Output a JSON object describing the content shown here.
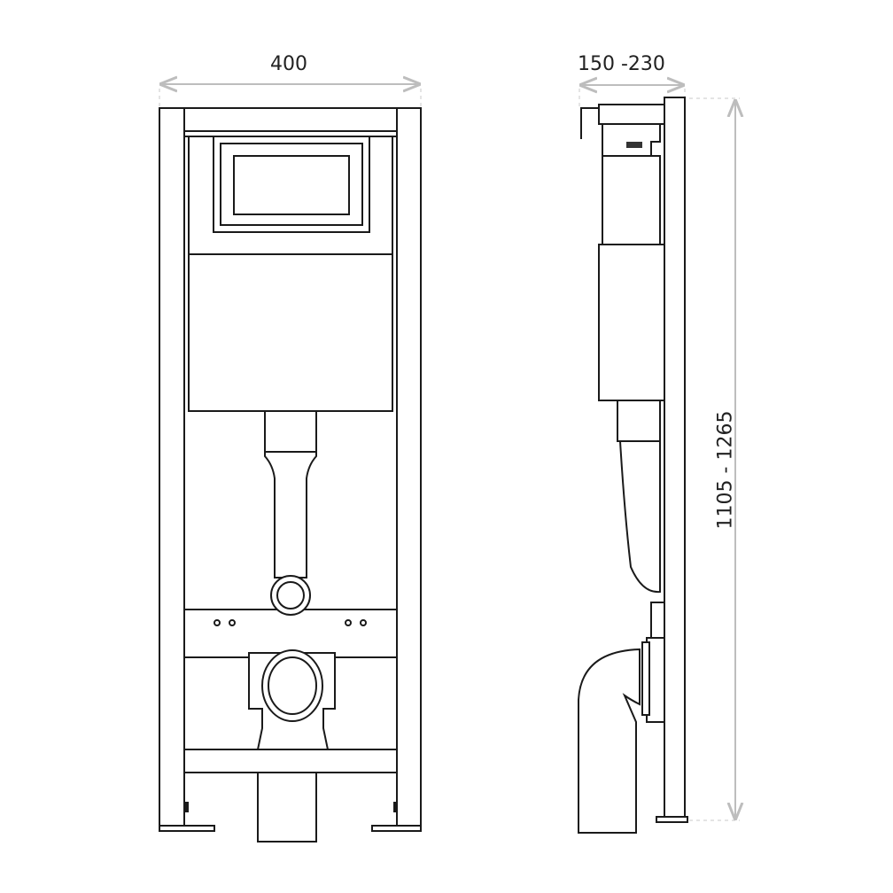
{
  "dimensions": {
    "front_width": "400",
    "side_depth": "150 -230",
    "height": "1105 - 1265"
  },
  "colors": {
    "line": "#1a1a1a",
    "dimension": "#bdbdbd"
  }
}
